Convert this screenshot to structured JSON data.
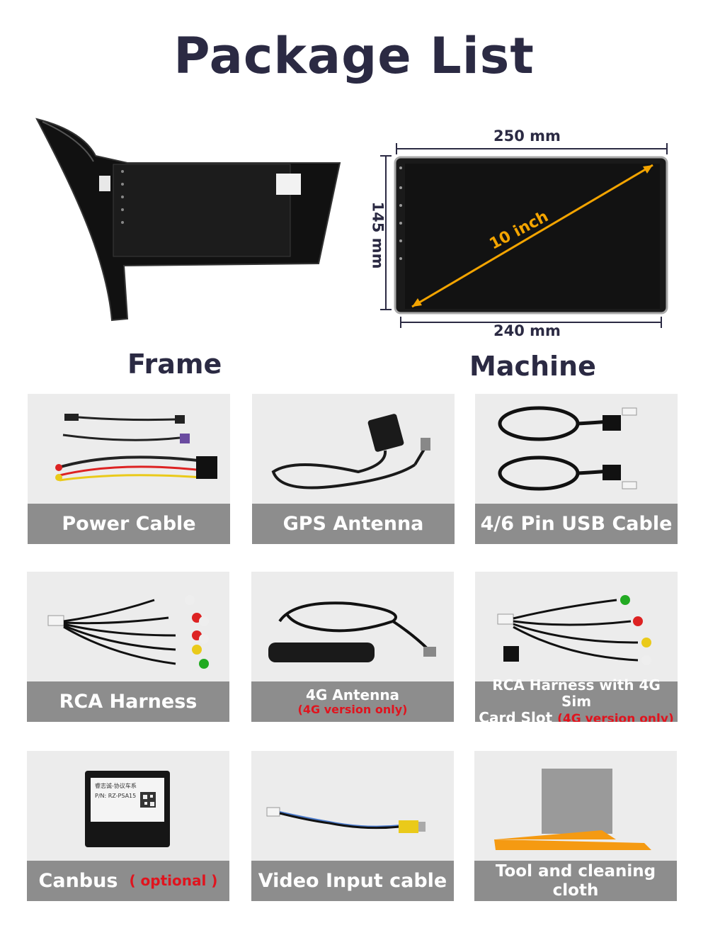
{
  "title": "Package List",
  "top": {
    "frame_label": "Frame",
    "machine_label": "Machine",
    "dim_top": "250 mm",
    "dim_bottom": "240 mm",
    "dim_side": "145 mm",
    "diagonal": "10 inch"
  },
  "items": [
    {
      "label": "Power Cable",
      "icon": "power-cable"
    },
    {
      "label": "GPS Antenna",
      "icon": "gps-antenna"
    },
    {
      "label": "4/6 Pin USB Cable",
      "icon": "usb-cable"
    },
    {
      "label": "RCA Harness",
      "icon": "rca-harness"
    },
    {
      "label": "4G Antenna",
      "note": "(4G version only)",
      "icon": "4g-antenna"
    },
    {
      "label_line1": "RCA Harness with 4G Sim",
      "label_line2": "Card Slot",
      "note": "(4G version only)",
      "icon": "rca-harness-4g"
    },
    {
      "label": "Canbus",
      "note": "( optional )",
      "icon": "canbus-box"
    },
    {
      "label": "Video Input cable",
      "icon": "video-input-cable"
    },
    {
      "label": "Tool and cleaning cloth",
      "icon": "tool-and-cloth"
    }
  ],
  "canbus_box": {
    "line1": "睿志诚-协议车系",
    "line2": "P/N: RZ-PSA15"
  },
  "colors": {
    "title": "#2b2a43",
    "caption_bg": "#8d8d8d",
    "card_bg": "#ececec",
    "accent": "#f3a400",
    "note_red": "#e0141e"
  }
}
